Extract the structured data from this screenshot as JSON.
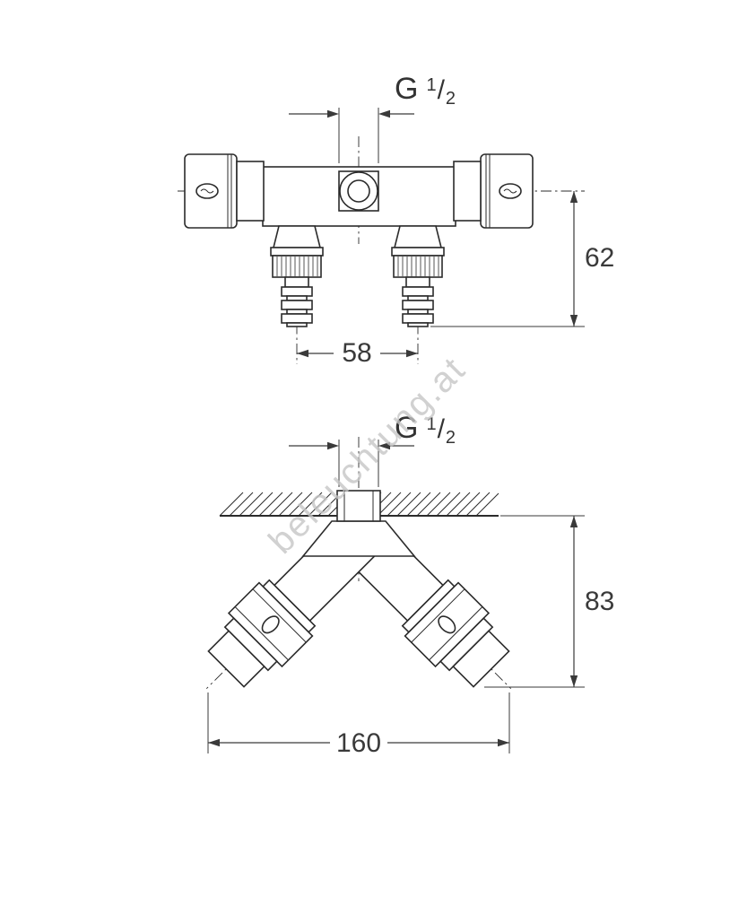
{
  "watermark": {
    "text": "beleuchtung.at"
  },
  "front_view": {
    "thread_size": {
      "prefix": "G",
      "numerator": "1",
      "slash": "/",
      "denominator": "2"
    },
    "height_mm": "62",
    "outlet_spacing_mm": "58"
  },
  "side_view": {
    "thread_size": {
      "prefix": "G",
      "numerator": "1",
      "slash": "/",
      "denominator": "2"
    },
    "depth_mm": "83",
    "width_mm": "160"
  },
  "colors": {
    "line": "#2b2b2b",
    "dimension_text": "#3a3a3a",
    "watermark": "#c6c6c6",
    "background": "#ffffff"
  }
}
